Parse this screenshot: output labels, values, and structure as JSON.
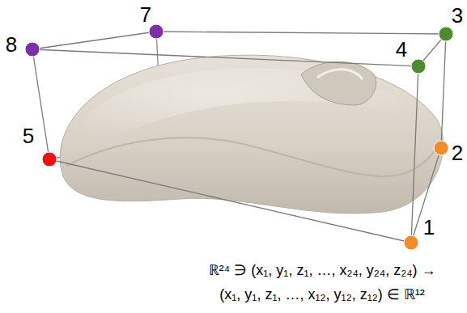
{
  "diagram": {
    "labels": [
      "8",
      "7",
      "3",
      "4",
      "5",
      "2",
      "1",
      "ℝ²⁴ ∋ (x₁, y₁, z₁, …, x₂₄, y₂₄, z₂₄) →",
      "(x₁, y₁, z₁, …, x₁₂, y₁₂, z₁₂) ∈ ℝ¹²"
    ]
  }
}
